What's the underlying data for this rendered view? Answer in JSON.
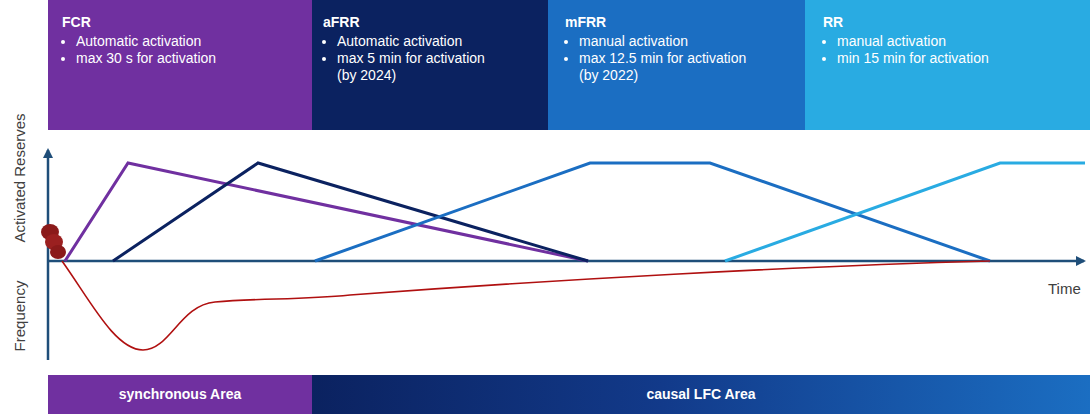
{
  "diagram": {
    "nodes": [
      {
        "text": [
          "FCR",
          "Automatic activation",
          "max 30 s for activation"
        ]
      },
      {
        "text": [
          "aFRR",
          "Automatic activation",
          "max 5 min for activation (by 2024)"
        ]
      },
      {
        "text": [
          "mFRR",
          "manual activation",
          "max 12.5 min for activation (by 2022)"
        ]
      },
      {
        "text": [
          "RR",
          "manual activation",
          "min 15 min for activation"
        ]
      },
      {
        "text": [
          "synchronous Area"
        ]
      },
      {
        "text": [
          "causal LFC Area"
        ]
      }
    ],
    "labels": [
      "Activated Reserves",
      "Frequency",
      "Time"
    ]
  }
}
